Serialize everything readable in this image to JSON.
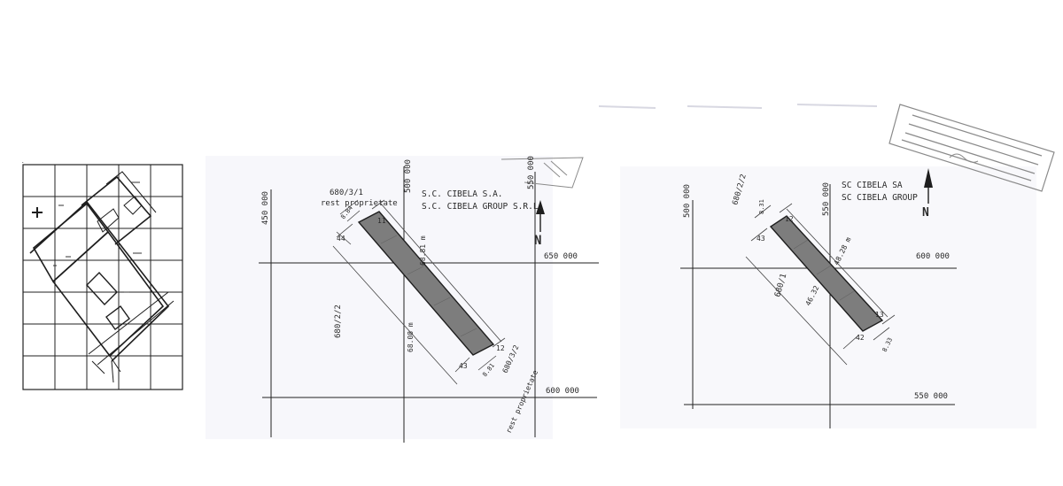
{
  "colors": {
    "paper": "#ffffff",
    "ink": "#1e1e1e",
    "parcel_fill": "#7d7d7d",
    "smudge": "#ececf4",
    "stamp": "#8a8a8a"
  },
  "plan_b": {
    "parcel_top": "680/3/1",
    "parcel_top_sub": "rest proprietate",
    "company_1": "S.C. CIBELA S.A.",
    "company_2": "S.C. CIBELA GROUP S.R.L.",
    "north": "N",
    "coord_450000": "450 000",
    "coord_500000": "500 000",
    "coord_550000": "550 000",
    "coord_650000": "650 000",
    "coord_600000": "600 000",
    "parcel_left": "680/2/2",
    "parcel_bottom": "680/3/2",
    "parcel_bottom_sub": "rest proprietate",
    "dim_long_top": "68.81 m",
    "dim_long_bottom": "68.08 m",
    "dim_short_top": "8.84",
    "dim_short_bottom": "8.81",
    "pt_11": "11",
    "pt_12": "12",
    "pt_43": "43",
    "pt_44": "44"
  },
  "plan_c": {
    "parcel_top": "680/2/2",
    "company_1": "SC CIBELA SA",
    "company_2": "SC CIBELA GROUP",
    "north": "N",
    "coord_500000": "500 000",
    "coord_550000_v": "550 000",
    "coord_600000": "600 000",
    "coord_550000_h": "550 000",
    "parcel_left": "680/1",
    "dim_long_top": "48.28 m",
    "dim_long_bottom": "46.32",
    "dim_short_top": "8.31",
    "dim_short_bottom": "8.33",
    "pt_12": "12",
    "pt_13": "13",
    "pt_42": "42",
    "pt_43": "43"
  }
}
